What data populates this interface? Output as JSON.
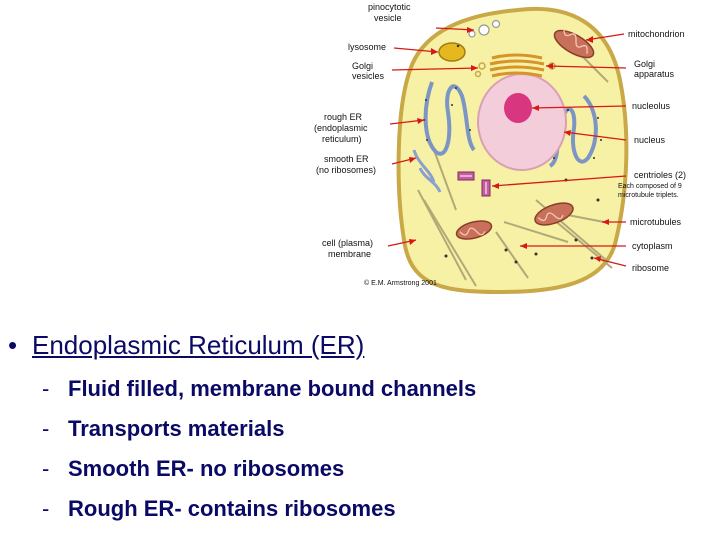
{
  "diagram": {
    "labels": {
      "pinocytotic_vesicle": [
        "pinocytotic",
        "vesicle"
      ],
      "lysosome": "lysosome",
      "golgi_vesicles": [
        "Golgi",
        "vesicles"
      ],
      "rough_er": [
        "rough ER",
        "(endoplasmic",
        "reticulum)"
      ],
      "smooth_er": [
        "smooth ER",
        "(no ribosomes)"
      ],
      "cell_membrane": [
        "cell (plasma)",
        "membrane"
      ],
      "mitochondrion": "mitochondrion",
      "golgi_apparatus": [
        "Golgi",
        "apparatus"
      ],
      "nucleolus": "nucleolus",
      "nucleus": "nucleus",
      "centrioles": [
        "centrioles (2)",
        "Each composed of 9",
        "microtubule triplets."
      ],
      "microtubules": "microtubules",
      "cytoplasm": "cytoplasm",
      "ribosome": "ribosome",
      "credit": "© E.M. Armstrong 2001"
    },
    "colors": {
      "cytoplasm": "#f6f1a4",
      "membrane": "#c9a848",
      "nucleus": "#f3cdd9",
      "nucleolus": "#d8367e",
      "er": "#7d95c4",
      "mitochondrion": "#c9705a",
      "golgi": "#d7942a",
      "lysosome": "#e6b820",
      "arrow": "#d81818"
    }
  },
  "bullets": {
    "heading": "Endoplasmic Reticulum (ER)",
    "bullet_symbol": "•",
    "dash": "-",
    "items": [
      "Fluid filled, membrane bound channels",
      "Transports materials",
      "Smooth ER- no ribosomes",
      "Rough ER- contains ribosomes"
    ]
  }
}
